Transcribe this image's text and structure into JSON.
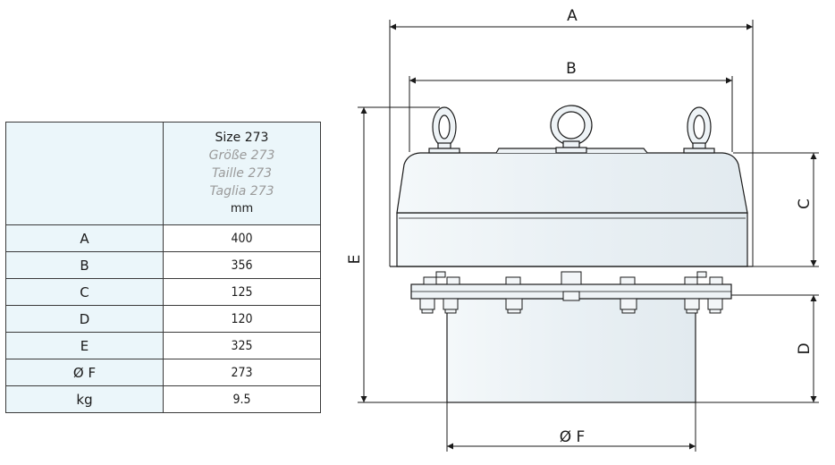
{
  "table": {
    "header": {
      "size": "Size 273",
      "size_de": "Größe 273",
      "size_fr": "Taille 273",
      "size_it": "Taglia 273",
      "unit": "mm"
    },
    "rows": [
      {
        "label": "A",
        "value": "400"
      },
      {
        "label": "B",
        "value": "356"
      },
      {
        "label": "C",
        "value": "125"
      },
      {
        "label": "D",
        "value": "120"
      },
      {
        "label": "E",
        "value": "325"
      },
      {
        "label": "Ø F",
        "value": "273"
      },
      {
        "label": "kg",
        "value": "9.5"
      }
    ]
  },
  "drawing": {
    "dimensions": {
      "a": "A",
      "b": "B",
      "c": "C",
      "d": "D",
      "e": "E",
      "f": "Ø F"
    }
  }
}
